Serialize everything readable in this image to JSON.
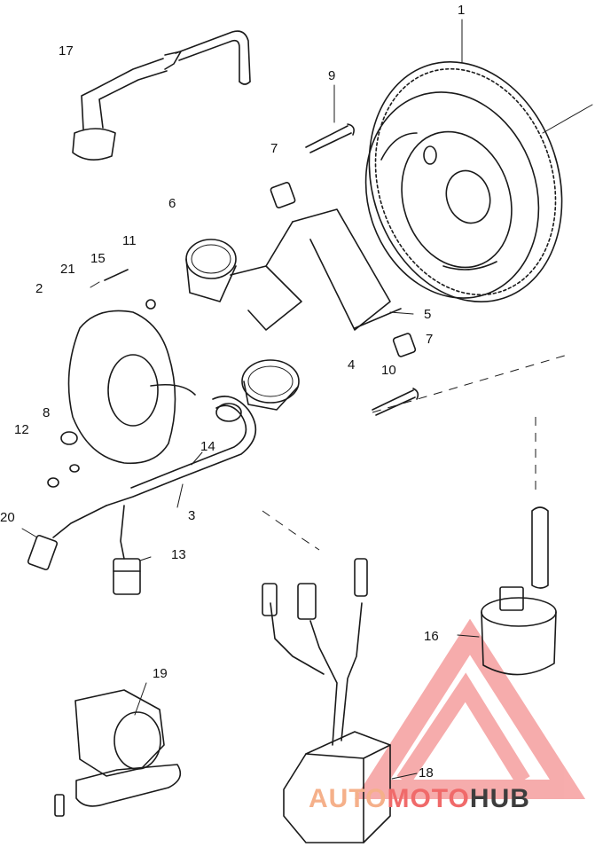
{
  "labels": [
    {
      "id": "1",
      "text": "1"
    },
    {
      "id": "2",
      "text": "2"
    },
    {
      "id": "3",
      "text": "3"
    },
    {
      "id": "4",
      "text": "4"
    },
    {
      "id": "5",
      "text": "5"
    },
    {
      "id": "6",
      "text": "6"
    },
    {
      "id": "7a",
      "text": "7"
    },
    {
      "id": "7b",
      "text": "7"
    },
    {
      "id": "8",
      "text": "8"
    },
    {
      "id": "9",
      "text": "9"
    },
    {
      "id": "10",
      "text": "10"
    },
    {
      "id": "11",
      "text": "11"
    },
    {
      "id": "12",
      "text": "12"
    },
    {
      "id": "13",
      "text": "13"
    },
    {
      "id": "14",
      "text": "14"
    },
    {
      "id": "15",
      "text": "15"
    },
    {
      "id": "16",
      "text": "16"
    },
    {
      "id": "17",
      "text": "17"
    },
    {
      "id": "18",
      "text": "18"
    },
    {
      "id": "19",
      "text": "19"
    },
    {
      "id": "20",
      "text": "20"
    },
    {
      "id": "21",
      "text": "21"
    }
  ],
  "watermark": {
    "part1": "AUTO",
    "part2": "MOTO",
    "part3": "HUB",
    "color_primary": "#f06a6a",
    "color_secondary": "#f5b08a",
    "color_dark": "#3d3d3d"
  }
}
